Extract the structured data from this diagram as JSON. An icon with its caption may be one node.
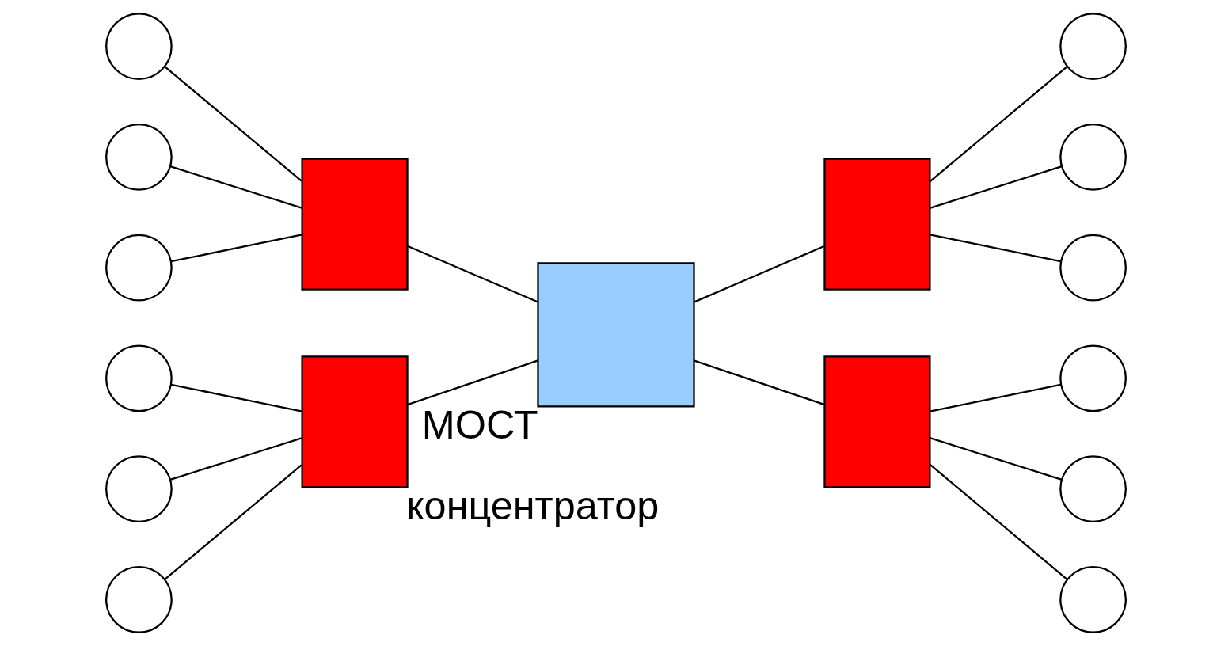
{
  "diagram": {
    "nodes": [
      {
        "text": [],
        "shape": "box",
        "beside": [
          "концентратор"
        ]
      },
      {
        "text": [],
        "shape": "circle"
      },
      {
        "text": [],
        "shape": "circle"
      },
      {
        "text": [],
        "shape": "circle"
      },
      {
        "text": [],
        "shape": "box"
      },
      {
        "text": [],
        "shape": "circle"
      },
      {
        "text": [],
        "shape": "circle"
      },
      {
        "text": [],
        "shape": "circle"
      },
      {
        "text": [],
        "shape": "box",
        "beside": [
          "МОСТ"
        ]
      },
      {
        "text": [],
        "shape": "box"
      },
      {
        "text": [],
        "shape": "circle"
      },
      {
        "text": [],
        "shape": "circle"
      },
      {
        "text": [],
        "shape": "circle"
      },
      {
        "text": [],
        "shape": "box"
      },
      {
        "text": [],
        "shape": "circle"
      },
      {
        "text": [],
        "shape": "circle"
      },
      {
        "text": [],
        "shape": "circle"
      }
    ],
    "edges": [
      {
        "from": 1,
        "to": 0,
        "arrow": "none"
      },
      {
        "from": 2,
        "to": 0,
        "arrow": "none"
      },
      {
        "from": 3,
        "to": 0,
        "arrow": "none"
      },
      {
        "from": 4,
        "to": 5,
        "arrow": "none"
      },
      {
        "from": 4,
        "to": 6,
        "arrow": "none"
      },
      {
        "from": 4,
        "to": 7,
        "arrow": "none"
      },
      {
        "from": 0,
        "to": 8,
        "arrow": "none"
      },
      {
        "from": 8,
        "to": 4,
        "arrow": "none"
      },
      {
        "from": 9,
        "to": 8,
        "arrow": "none"
      },
      {
        "from": 8,
        "to": 13,
        "arrow": "none"
      },
      {
        "from": 10,
        "to": 9,
        "arrow": "none"
      },
      {
        "from": 11,
        "to": 9,
        "arrow": "none"
      },
      {
        "from": 12,
        "to": 9,
        "arrow": "none"
      },
      {
        "from": 13,
        "to": 14,
        "arrow": "none"
      },
      {
        "from": 13,
        "to": 15,
        "arrow": "none"
      },
      {
        "from": 13,
        "to": 16,
        "arrow": "none"
      }
    ]
  }
}
